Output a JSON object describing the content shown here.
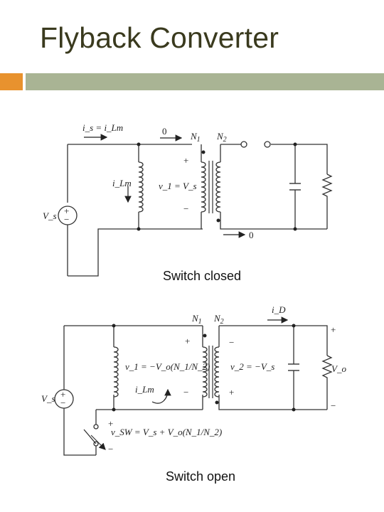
{
  "slide": {
    "title": "Flyback Converter",
    "accent_orange": "#e8922e",
    "accent_green": "#a9b494"
  },
  "diagram_closed": {
    "caption": "Switch closed",
    "is_label": "i_s = i_Lm",
    "zero_primary": "0",
    "n1": "N",
    "n1_sub": "1",
    "n2": "N",
    "n2_sub": "2",
    "iLm_label": "i_Lm",
    "v1_label": "v_1 = V_s",
    "plus": "+",
    "minus": "−",
    "vs_label": "V_s",
    "zero_secondary": "0"
  },
  "diagram_open": {
    "caption": "Switch open",
    "n1": "N",
    "n1_sub": "1",
    "n2": "N",
    "n2_sub": "2",
    "iD_label": "i_D",
    "v1_label": "v_1 = −V_o(N_1/N_2)",
    "v2_label": "v_2 = −V_s",
    "iLm_label": "i_Lm",
    "vs_label": "V_s",
    "vo_label": "V_o",
    "vsw_label": "v_SW = V_s + V_o(N_1/N_2)",
    "plus": "+",
    "minus": "−"
  }
}
